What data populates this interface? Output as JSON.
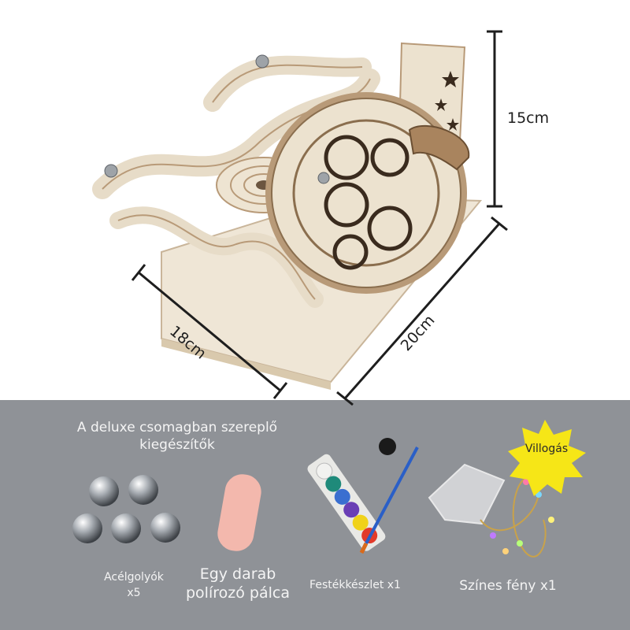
{
  "dimensions": {
    "height": "15cm",
    "depth": "18cm",
    "width": "20cm"
  },
  "accessories": {
    "heading_line1": "A deluxe csomagban szereplő",
    "heading_line2": "kiegészítők",
    "badge": "Villogás",
    "items": [
      {
        "line1": "Acélgolyók",
        "line2": "x5"
      },
      {
        "line1": "Egy darab",
        "line2": "polírozó pálca"
      },
      {
        "line1": "Festékkészlet x1"
      },
      {
        "line1": "Színes fény x1"
      }
    ]
  },
  "colors": {
    "panel_bg": "#8f9297",
    "wood": "#ede3d2",
    "wood_edge": "#b89a78",
    "paint_colors": [
      "#f2f2f0",
      "#1f8a7a",
      "#3a6fd0",
      "#6a3fb5",
      "#f0d21a",
      "#e23a2a"
    ],
    "badge_color": "#f6e617"
  }
}
